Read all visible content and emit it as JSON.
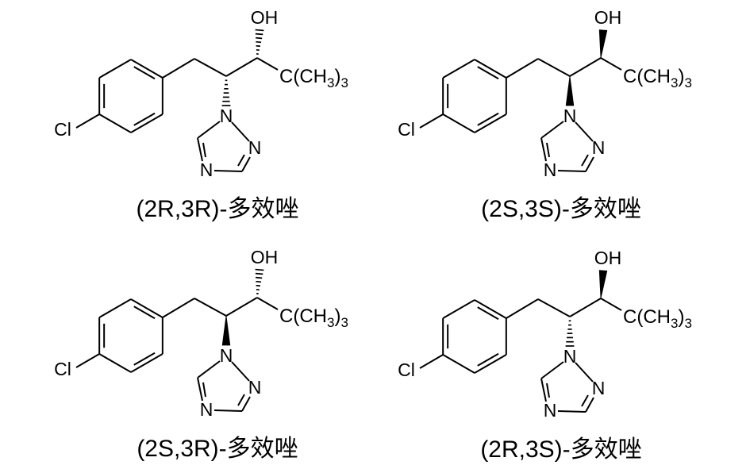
{
  "atom_labels": {
    "hydroxyl": "OH",
    "chlorine": "Cl",
    "nitrogen": "N",
    "tert_butyl": [
      "C(CH",
      "3",
      ")",
      "3"
    ]
  },
  "molecules": [
    {
      "label": "(2R,3R)-多效唑",
      "oh_bond_solid": false,
      "n_bond_solid": false
    },
    {
      "label": "(2S,3S)-多效唑",
      "oh_bond_solid": true,
      "n_bond_solid": true
    },
    {
      "label": "(2S,3R)-多效唑",
      "oh_bond_solid": false,
      "n_bond_solid": true
    },
    {
      "label": "(2R,3S)-多效唑",
      "oh_bond_solid": true,
      "n_bond_solid": false
    }
  ]
}
